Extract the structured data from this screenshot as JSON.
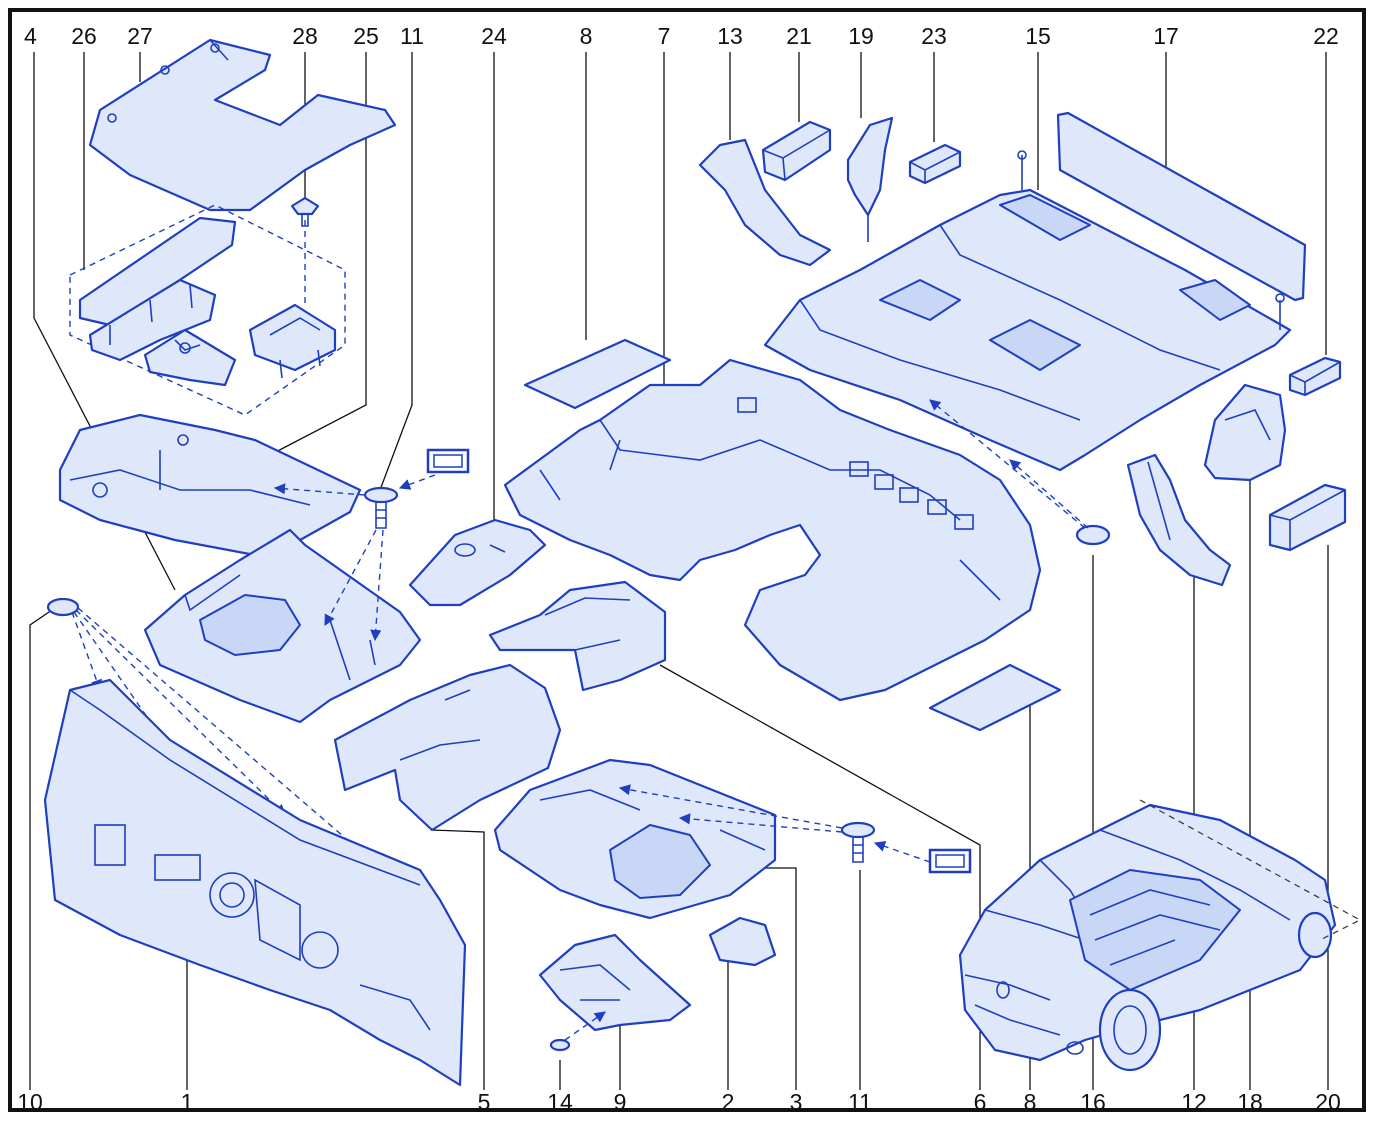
{
  "callouts_top": [
    {
      "id": "4"
    },
    {
      "id": "26"
    },
    {
      "id": "27"
    },
    {
      "id": "28"
    },
    {
      "id": "25"
    },
    {
      "id": "11"
    },
    {
      "id": "24"
    },
    {
      "id": "8"
    },
    {
      "id": "7"
    },
    {
      "id": "13"
    },
    {
      "id": "21"
    },
    {
      "id": "19"
    },
    {
      "id": "23"
    },
    {
      "id": "15"
    },
    {
      "id": "17"
    },
    {
      "id": "22"
    }
  ],
  "callouts_bottom": [
    {
      "id": "10"
    },
    {
      "id": "1"
    },
    {
      "id": "5"
    },
    {
      "id": "14"
    },
    {
      "id": "9"
    },
    {
      "id": "2"
    },
    {
      "id": "3"
    },
    {
      "id": "11"
    },
    {
      "id": "6"
    },
    {
      "id": "8"
    },
    {
      "id": "16"
    },
    {
      "id": "12"
    },
    {
      "id": "18"
    },
    {
      "id": "20"
    }
  ],
  "colors": {
    "part_stroke": "#1f3fc0",
    "part_fill": "#dfe8fb",
    "frame": "#111111"
  }
}
